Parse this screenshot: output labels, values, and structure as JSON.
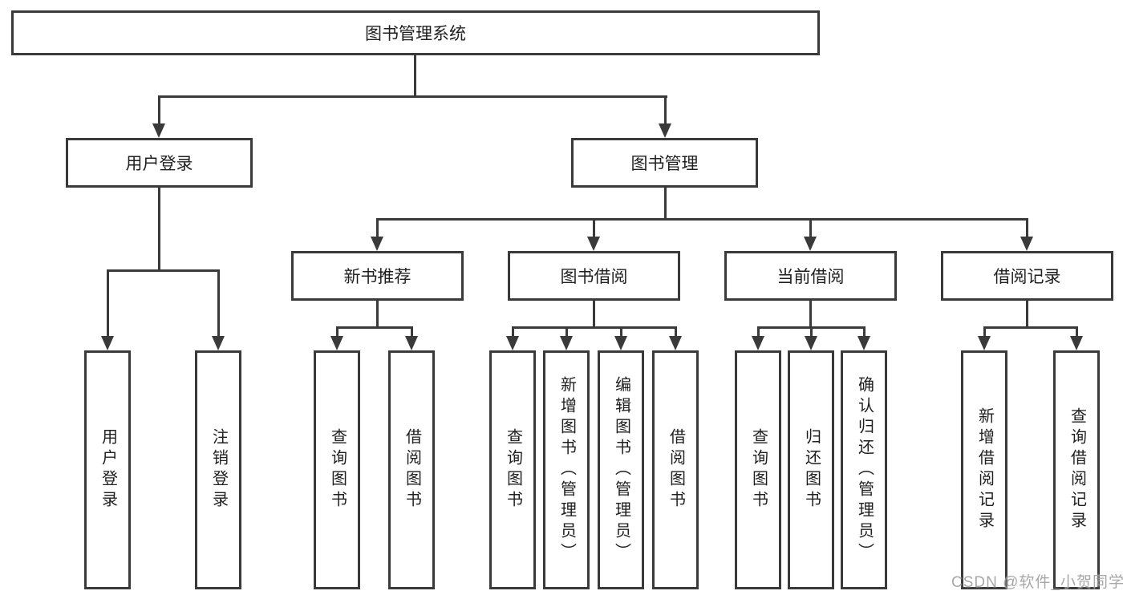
{
  "diagram": {
    "root": "图书管理系统",
    "branches": [
      {
        "label": "用户登录",
        "children": [
          "用户登录",
          "注销登录"
        ]
      },
      {
        "label": "图书管理",
        "children": [
          {
            "label": "新书推荐",
            "children": [
              "查询图书",
              "借阅图书"
            ]
          },
          {
            "label": "图书借阅",
            "children": [
              "查询图书",
              "新增图书（管理员）",
              "编辑图书（管理员）",
              "借阅图书"
            ]
          },
          {
            "label": "当前借阅",
            "children": [
              "查询图书",
              "归还图书",
              "确认归还（管理员）"
            ]
          },
          {
            "label": "借阅记录",
            "children": [
              "新增借阅记录",
              "查询借阅记录"
            ]
          }
        ]
      }
    ]
  },
  "watermark": {
    "text": "CSDN @软件_小贺同学"
  },
  "colors": {
    "line": "#3a3a3a",
    "border": "#3a3a3a",
    "text": "#1f1f1f",
    "background": "#ffffff",
    "watermark": "#9e9e9e"
  }
}
